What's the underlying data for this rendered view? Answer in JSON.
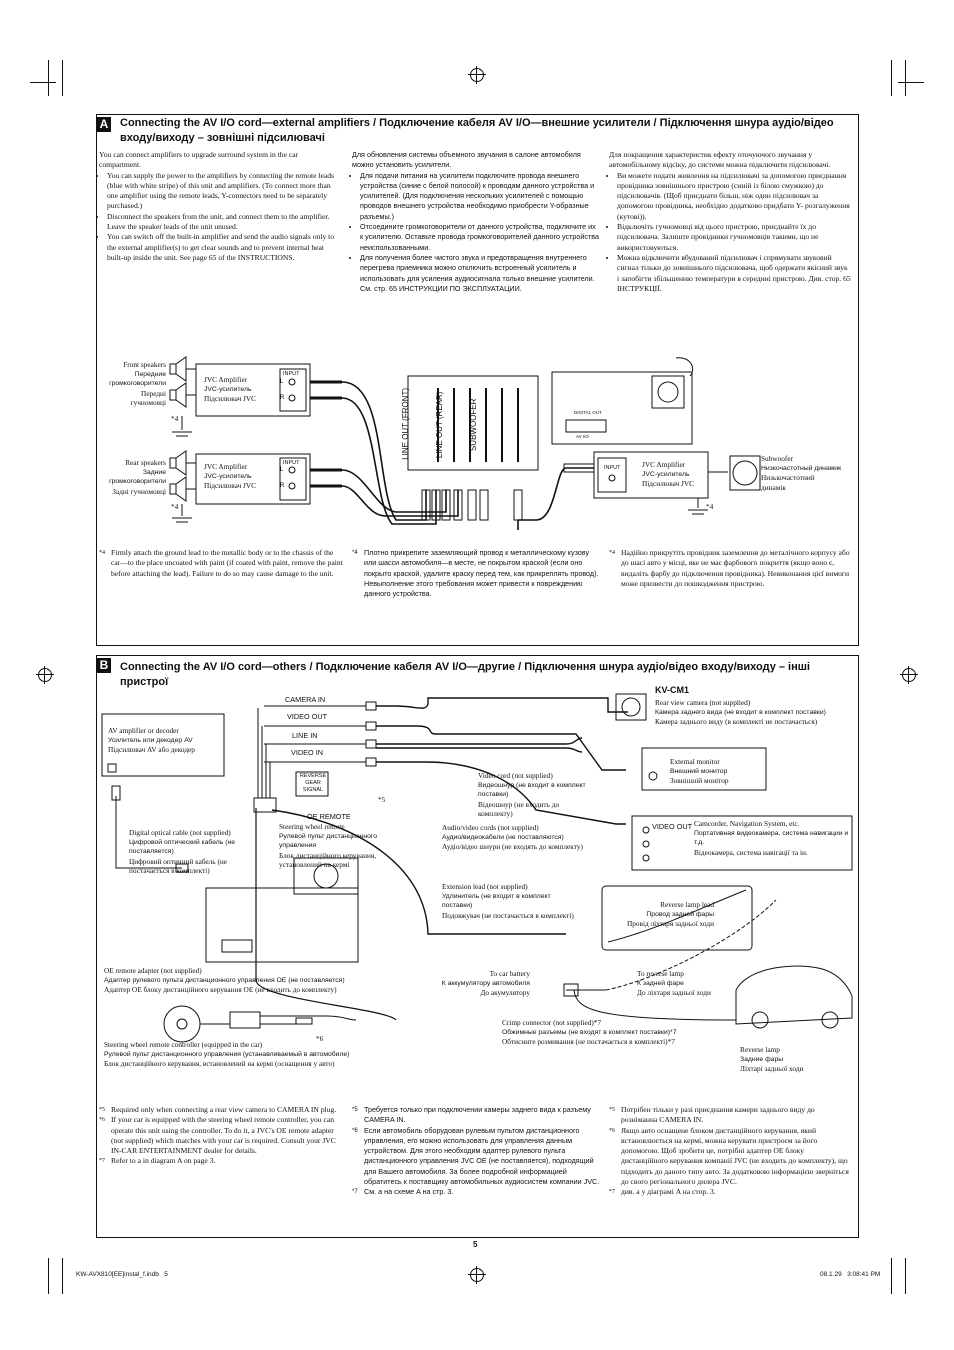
{
  "sectionA": {
    "badge": "A",
    "title": "Connecting the AV I/O cord—external amplifiers / Подключение кабеля AV I/O—внешние усилители / Підключення шнура аудіо/відео входу/виходу – зовнішні підсилювачі",
    "en": {
      "intro": "You can connect amplifiers to upgrade surround system in the car compartment.",
      "bullets": [
        "You can supply the power to the amplifiers by connecting the remote leads (blue with white stripe) of this unit and amplifiers. (To connect more than one amplifier using the remote leads, Y-connectors need to be separately purchased.)",
        "Disconnect the speakers from the unit, and connect them to the amplifier. Leave the speaker leads of the unit unused.",
        "You can switch off the built-in amplifier and send the audio signals only to the external amplifier(s) to get clear sounds and to prevent internal heat built-up inside the unit. See page 65 of the INSTRUCTIONS."
      ]
    },
    "ru": {
      "intro": "Для обновления системы объемного звучания в салоне автомобиля можно установить усилители.",
      "bullets": [
        "Для подачи питания на усилители подключите провода внешнего устройства (синие с белой полосой) к проводам данного устройства и усилителей. (Для подключения нескольких усилителей с помощью проводов внешнего устройства необходимо приобрести Y-образные разъемы.)",
        "Отсоедините громкоговорители от данного устройства, подключите их к усилителю. Оставьте провода громкоговорителей данного устройства неиспользованными.",
        "Для получения более чистого звука и предотвращения внутреннего перегрева приемника можно отключить встроенный усилитель и использовать для усиления аудиосигнала только внешние усилители. См. стр. 65 ИНСТРУКЦИИ ПО ЭКСПЛУАТАЦИИ."
      ]
    },
    "uk": {
      "intro": "Для покращення характеристик ефекту оточуючого звучання у автомобільному відсіку, до системи можна підключити підсилювачі.",
      "bullets": [
        "Ви можете подати живлення на підсилювачі за допомогою приєднання провідника зовнішнього пристрою (синій із білою смужкою) до підсилювачів. (Щоб приєднати більш, ніж один підсилювач за допомогою провідника, необхідно додатково придбати Y- розгалуження (кутові)).",
        "Відключіть гучномовці від цього пристрою, приєднайте їх до підсилювача. Залиште провідники гучномовців такими, що не використовуються.",
        "Можна відключити вбудований підсилювач і спрямувати звуковий сигнал тільки до зовнішнього підсилювача, щоб одержати якісний звук і запобігти збільшенню температури в середині пристрою. Див. стор. 65 ІНСТРУКЦІЇ."
      ]
    },
    "diagram": {
      "front_speakers": [
        "Front speakers",
        "Передние громкоговорители",
        "Передні гучномовці"
      ],
      "rear_speakers": [
        "Rear speakers",
        "Задние громкоговорители",
        "Задні гучномовці"
      ],
      "amp": [
        "JVC Amplifier",
        "JVC-усилитель",
        "Підсилювач JVC"
      ],
      "input": "INPUT",
      "l": "L",
      "r": "R",
      "line_out_front": "LINE OUT (FRONT)",
      "line_out_rear": "LINE OUT (REAR)",
      "subwoofer_out": "SUBWOOFER",
      "subwoofer": [
        "Subwoofer",
        "Низкочастотный динамик",
        "Низькочастотний динамік"
      ],
      "note4": "*4",
      "digital_out": "DIGITAL OUT",
      "av_io": "AV I/O"
    },
    "footnotes": {
      "mark": "*4",
      "en": "Firmly attach the ground lead to the metallic body or to the chassis of the car—to the place uncoated with paint (if coated with paint, remove the paint before attaching the lead). Failure to do so may cause damage to the unit.",
      "ru": "Плотно прикрепите заземляющий провод к металлическому кузову или шасси автомобиля—в месте, не покрытом краской (если оно покрыто краской, удалите краску перед тем, как прикреплять провод). Невыполнение этого требования может привести к повреждению данного устройства.",
      "uk": "Надійно прикрутіть провідник заземлення до металічного корпусу або до шасі авто у місці, яке не має фарбового покриття (якщо воно є, видаліть фарбу до підключення провідника). Невиконання цієї вимоги може призвести до пошкодження пристрою."
    }
  },
  "sectionB": {
    "badge": "B",
    "title": "Connecting the AV I/O cord—others / Подключение кабеля AV I/O—другие / Підключення шнура аудіо/відео входу/виходу – інші пристрої",
    "diagram": {
      "camera_in": "CAMERA IN",
      "video_out": "VIDEO OUT",
      "line_in": "LINE IN",
      "video_in": "VIDEO IN",
      "reverse_gear": "REVERSE GEAR SIGNAL",
      "oe_remote": "OE REMOTE",
      "kvcm1": "KV-CM1",
      "rear_camera": [
        "Rear view camera (not supplied)",
        "Камера заднего вида (не входит в комплект поставки)",
        "Камера заднього виду (в комплекті не постачається)"
      ],
      "av_amp": [
        "AV amplifier or decoder",
        "Усилитель или декодер AV",
        "Підсилювач AV або декодер"
      ],
      "ext_monitor": [
        "External monitor",
        "Внешний монитор",
        "Зовнішній монітор"
      ],
      "video_cord": [
        "Video cord (not supplied)",
        "Видеошнур (не входит в комплект поставки)",
        "Відеошнур (не входить до комплекту)"
      ],
      "av_cords": [
        "Audio/video cords (not supplied)",
        "Аудио/видеокабели (не поставляются)",
        "Аудіо/відео шнури (не входять до комплекту)"
      ],
      "camcorder": [
        "Camcorder, Navigation System, etc.",
        "Портативная видеокамера, система навигации и т.д.",
        "Відеокамера, система навігації та ін."
      ],
      "cam_video_out": "VIDEO OUT",
      "steering_remote": [
        "Steering wheel remote",
        "Рулевой пульт дистанционного управления",
        "Блок дистанційного керування, установлений на кермі"
      ],
      "optical": [
        "Digital optical cable (not supplied)",
        "Цифровой оптический кабель (не поставляется)",
        "Цифровий оптичний кабель (не постачається в комплекті)"
      ],
      "extension": [
        "Extension lead (not supplied)",
        "Удлинитель (не входит в комплект поставки)",
        "Подовжувач (не постачається в комплекті)"
      ],
      "reverse_lead": [
        "Reverse lamp lead",
        "Провод задней фары",
        "Провід ліхтаря задньої ходи"
      ],
      "oe_adapter": [
        "OE remote adapter (not supplied)",
        "Адаптер рулевого пульта дистанционного управления OE (не поставляется)",
        "Адаптер ОЕ блоку дистанційного керування ОЕ (не входить до комплекту)"
      ],
      "battery": [
        "To car battery",
        "К аккумулятору автомобиля",
        "До акумулятору"
      ],
      "to_lamp": [
        "To reverse lamp",
        "К задней фаре",
        "До ліхтаря задньої ходи"
      ],
      "crimp": [
        "Crimp connector (not supplied)*7",
        "Обжимные разъемы (не входят в комплект поставки)*7",
        "Обтисните розмивання (не постачається в комплекті)*7"
      ],
      "steering_ctrl": [
        "Steering wheel remote controller (equipped in the car)",
        "Рулевой пульт дистанционного управления (устанавливаемый в автомобиле)",
        "Блок дистанційного керування, встановлений на кермі (оснащення у авто)"
      ],
      "rev_lamp": [
        "Reverse lamp",
        "Задние фары",
        "Ліхтарі задньої ходи"
      ],
      "n5": "*5",
      "n6": "*6"
    },
    "footnotes": {
      "en": [
        [
          "*5",
          "Required only when connecting a rear view camera to CAMERA IN plug."
        ],
        [
          "*6",
          "If your car is equipped with the steering wheel remote controller, you can operate this unit using the controller. To do it, a JVC's OE remote adapter (not supplied) which matches with your car is required. Consult your JVC IN-CAR ENTERTAINMENT dealer for details."
        ],
        [
          "*7",
          "Refer to a in diagram A on page 3."
        ]
      ],
      "ru": [
        [
          "*5",
          "Требуется только при подключении камеры заднего вида к разъему CAMERA IN."
        ],
        [
          "*6",
          "Если автомобиль оборудован рулевым пультом дистанционного управления, его можно использовать для управления данным устройством. Для этого необходим адаптер рулевого пульта дистанционного управления JVC OE (не поставляется), подходящий для Вашего автомобиля. За более подробной информацией обратитесь к поставщику автомобильных аудиосистем компании JVC."
        ],
        [
          "*7",
          "См. a на схеме A на стр. 3."
        ]
      ],
      "uk": [
        [
          "*5",
          "Потрібен тільки у разі приєднання камери заднього виду до розніманна CAMERA IN."
        ],
        [
          "*6",
          "Якщо авто оснащене блоком дистанційного керування, який встановлюється на кермі, можна керувати пристроєм за його допомогою. Щоб зробити це, потрібні адаптер ОЕ блоку дистанційного керування компанії JVC (не входить до комплекту), що підходить до даного типу авто. За додатковою інформацією зверніться до свого регіонального дилера JVC."
        ],
        [
          "*7",
          "див. a у діаграмі A на стор. 3."
        ]
      ]
    }
  },
  "page_number": "5",
  "footer": {
    "file": "KW-AVX810[EE]instal_f.indb   5",
    "date": "08.1.29   3:08:41 PM"
  }
}
